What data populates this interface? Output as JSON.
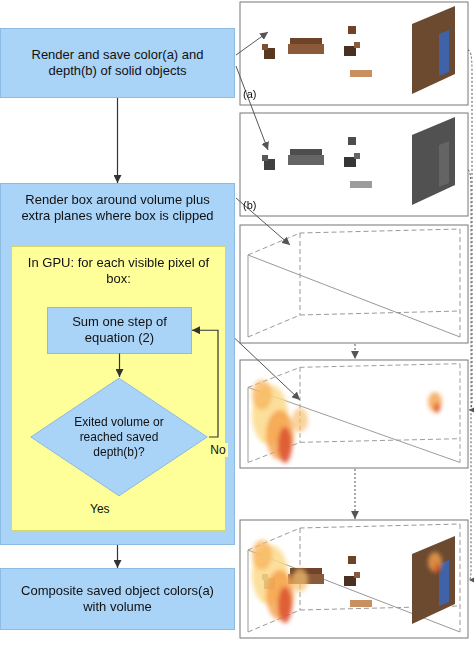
{
  "diagram": {
    "nodes": [
      {
        "text": [
          "Render and save color(a) and depth(b) of solid objects"
        ]
      },
      {
        "text": [
          "Render box around volume plus extra planes where box is clipped"
        ]
      },
      {
        "text": [
          "In GPU: for each visible pixel of box:"
        ],
        "in": 1
      },
      {
        "text": [
          "Sum one step of equation (2)"
        ],
        "in": 2
      },
      {
        "text": [
          "Exited volume or reached saved depth(b)?"
        ],
        "in": 2
      },
      {
        "text": [
          "Composite saved object colors(a) with volume"
        ]
      }
    ],
    "edges": [
      {
        "from": 0,
        "to": 1,
        "arrow": "to"
      },
      {
        "from": 3,
        "to": 4,
        "arrow": "to"
      },
      {
        "from": 4,
        "to": 3,
        "arrow": "to",
        "label": "No"
      },
      {
        "from": 1,
        "to": 5,
        "arrow": "to"
      }
    ],
    "labels": [
      "(a)",
      "(b)",
      "Yes"
    ]
  }
}
